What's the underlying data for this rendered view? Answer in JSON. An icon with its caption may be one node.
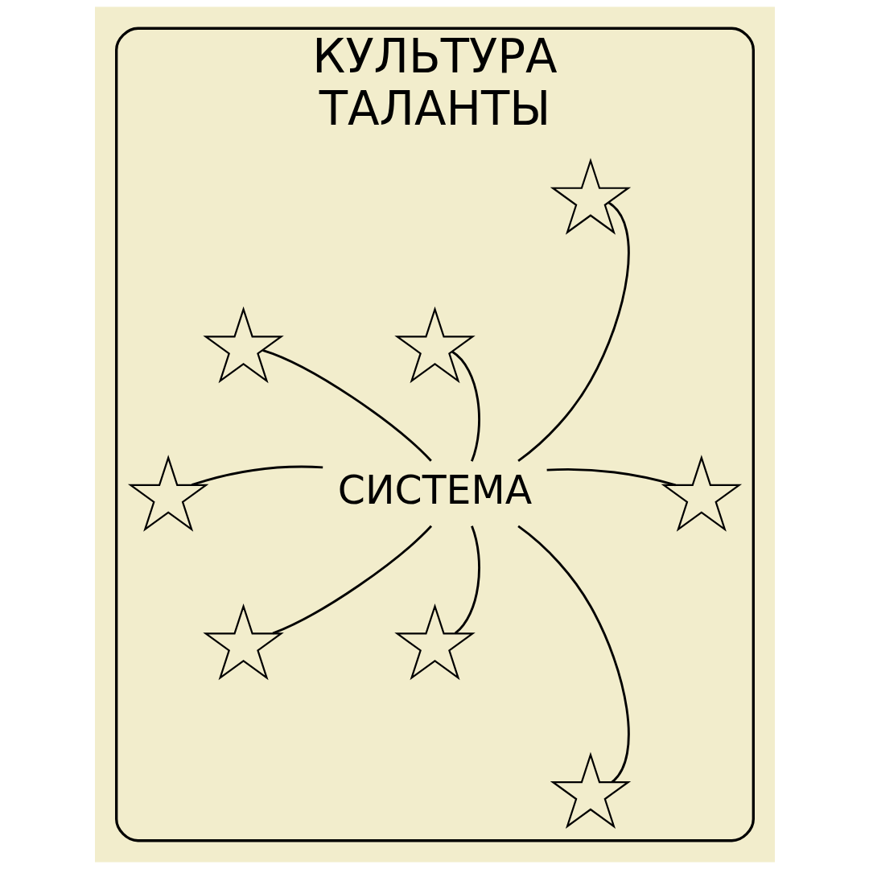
{
  "diagram": {
    "nodes": [
      {
        "text": [
          "КУЛЬТУРА",
          "ТАЛАНТЫ"
        ]
      },
      {
        "text": [
          "СИСТЕМА"
        ],
        "in": 0
      },
      {
        "text": [],
        "shape": "person",
        "in": 0
      },
      {
        "text": [],
        "shape": "person",
        "in": 0
      },
      {
        "text": [],
        "shape": "person",
        "in": 0
      },
      {
        "text": [],
        "shape": "person",
        "in": 0
      },
      {
        "text": [],
        "shape": "person",
        "in": 0
      },
      {
        "text": [],
        "shape": "person",
        "in": 0
      },
      {
        "text": [],
        "shape": "person",
        "in": 0
      },
      {
        "text": [],
        "shape": "person",
        "in": 0
      }
    ],
    "edges": [
      {
        "from": 1,
        "to": 2,
        "arrow": "none"
      },
      {
        "from": 1,
        "to": 3,
        "arrow": "none"
      },
      {
        "from": 1,
        "to": 4,
        "arrow": "none"
      },
      {
        "from": 1,
        "to": 5,
        "arrow": "none"
      },
      {
        "from": 1,
        "to": 6,
        "arrow": "none"
      },
      {
        "from": 1,
        "to": 7,
        "arrow": "none"
      },
      {
        "from": 1,
        "to": 8,
        "arrow": "none"
      },
      {
        "from": 1,
        "to": 9,
        "arrow": "none"
      }
    ]
  }
}
